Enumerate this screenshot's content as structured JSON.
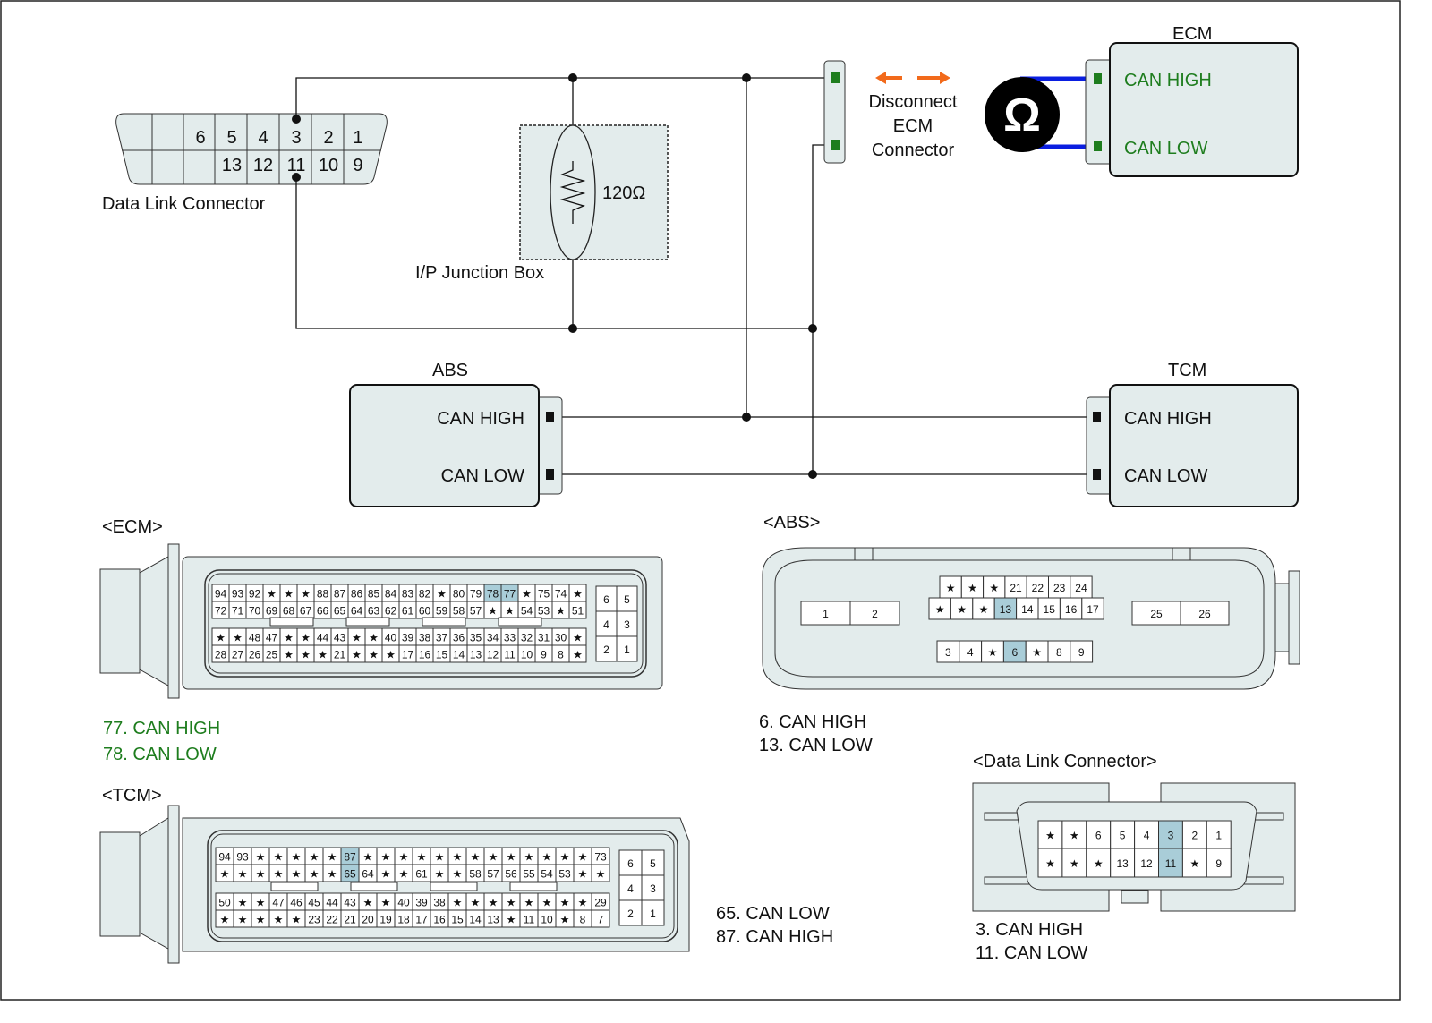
{
  "colors": {
    "highlight": "#a9cdd8",
    "signal_green": "#1e7d1e",
    "meter_lead": "#0a1ee0",
    "arrow": "#f26a1b",
    "body_fill": "#e3ecec"
  },
  "schematic": {
    "dlc": {
      "label": "Data Link Connector",
      "top_pins": [
        "",
        "",
        "6",
        "5",
        "4",
        "3",
        "2",
        "1"
      ],
      "bottom_pins": [
        "",
        "",
        "",
        "13",
        "12",
        "11",
        "10",
        "9"
      ]
    },
    "junction_box": {
      "label": "I/P Junction Box",
      "resistor": "120Ω"
    },
    "disconnect_note": [
      "Disconnect",
      "ECM",
      "Connector"
    ],
    "ohmmeter_symbol": "Ω",
    "ecm": {
      "title": "ECM",
      "high": "CAN HIGH",
      "low": "CAN LOW"
    },
    "abs": {
      "title": "ABS",
      "high": "CAN HIGH",
      "low": "CAN LOW"
    },
    "tcm": {
      "title": "TCM",
      "high": "CAN HIGH",
      "low": "CAN LOW"
    }
  },
  "connectors": {
    "ecm": {
      "title": "<ECM>",
      "rows": [
        [
          "94",
          "93",
          "92",
          "*",
          "*",
          "*",
          "88",
          "87",
          "86",
          "85",
          "84",
          "83",
          "82",
          "*",
          "80",
          "79",
          "78",
          "77",
          "*",
          "75",
          "74",
          "*"
        ],
        [
          "72",
          "71",
          "70",
          "69",
          "68",
          "67",
          "66",
          "65",
          "64",
          "63",
          "62",
          "61",
          "60",
          "59",
          "58",
          "57",
          "*",
          "*",
          "54",
          "53",
          "*",
          "51"
        ],
        [
          "*",
          "*",
          "48",
          "47",
          "*",
          "*",
          "44",
          "43",
          "*",
          "*",
          "40",
          "39",
          "38",
          "37",
          "36",
          "35",
          "34",
          "33",
          "32",
          "31",
          "30",
          "*"
        ],
        [
          "28",
          "27",
          "26",
          "25",
          "*",
          "*",
          "*",
          "21",
          "*",
          "*",
          "*",
          "17",
          "16",
          "15",
          "14",
          "13",
          "12",
          "11",
          "10",
          "9",
          "8",
          "*"
        ]
      ],
      "aux": [
        [
          "6",
          "5"
        ],
        [
          "4",
          "3"
        ],
        [
          "2",
          "1"
        ]
      ],
      "highlight": [
        "78",
        "77"
      ],
      "notes": [
        "77. CAN HIGH",
        "78. CAN LOW"
      ]
    },
    "tcm": {
      "title": "<TCM>",
      "rows": [
        [
          "94",
          "93",
          "*",
          "*",
          "*",
          "*",
          "*",
          "87",
          "*",
          "*",
          "*",
          "*",
          "*",
          "*",
          "*",
          "*",
          "*",
          "*",
          "*",
          "*",
          "*",
          "73"
        ],
        [
          "*",
          "*",
          "*",
          "*",
          "*",
          "*",
          "*",
          "65",
          "64",
          "*",
          "*",
          "61",
          "*",
          "*",
          "58",
          "57",
          "56",
          "55",
          "54",
          "53",
          "*",
          "*"
        ],
        [
          "50",
          "*",
          "*",
          "47",
          "46",
          "45",
          "44",
          "43",
          "*",
          "*",
          "40",
          "39",
          "38",
          "*",
          "*",
          "*",
          "*",
          "*",
          "*",
          "*",
          "*",
          "29"
        ],
        [
          "*",
          "*",
          "*",
          "*",
          "*",
          "23",
          "22",
          "21",
          "20",
          "19",
          "18",
          "17",
          "16",
          "15",
          "14",
          "13",
          "*",
          "11",
          "10",
          "*",
          "8",
          "7"
        ]
      ],
      "aux": [
        [
          "6",
          "5"
        ],
        [
          "4",
          "3"
        ],
        [
          "2",
          "1"
        ]
      ],
      "highlight": [
        "87",
        "65"
      ],
      "notes": [
        "65. CAN LOW",
        "87. CAN HIGH"
      ]
    },
    "abs": {
      "title": "<ABS>",
      "row1": [
        "*",
        "*",
        "*",
        "21",
        "22",
        "23",
        "24"
      ],
      "row2": [
        "*",
        "*",
        "*",
        "13",
        "14",
        "15",
        "16",
        "17"
      ],
      "row3": [
        "3",
        "4",
        "*",
        "6",
        "*",
        "8",
        "9"
      ],
      "left": [
        "1",
        "2"
      ],
      "right": [
        "25",
        "26"
      ],
      "highlight": [
        "13",
        "6"
      ],
      "notes": [
        "6. CAN HIGH",
        "13. CAN LOW"
      ]
    },
    "dlc": {
      "title": "<Data Link Connector>",
      "rows": [
        [
          "*",
          "*",
          "6",
          "5",
          "4",
          "3",
          "2",
          "1"
        ],
        [
          "*",
          "*",
          "*",
          "13",
          "12",
          "11",
          "*",
          "9"
        ]
      ],
      "highlight": [
        "3",
        "11"
      ],
      "notes": [
        "3. CAN HIGH",
        "11. CAN LOW"
      ]
    }
  }
}
